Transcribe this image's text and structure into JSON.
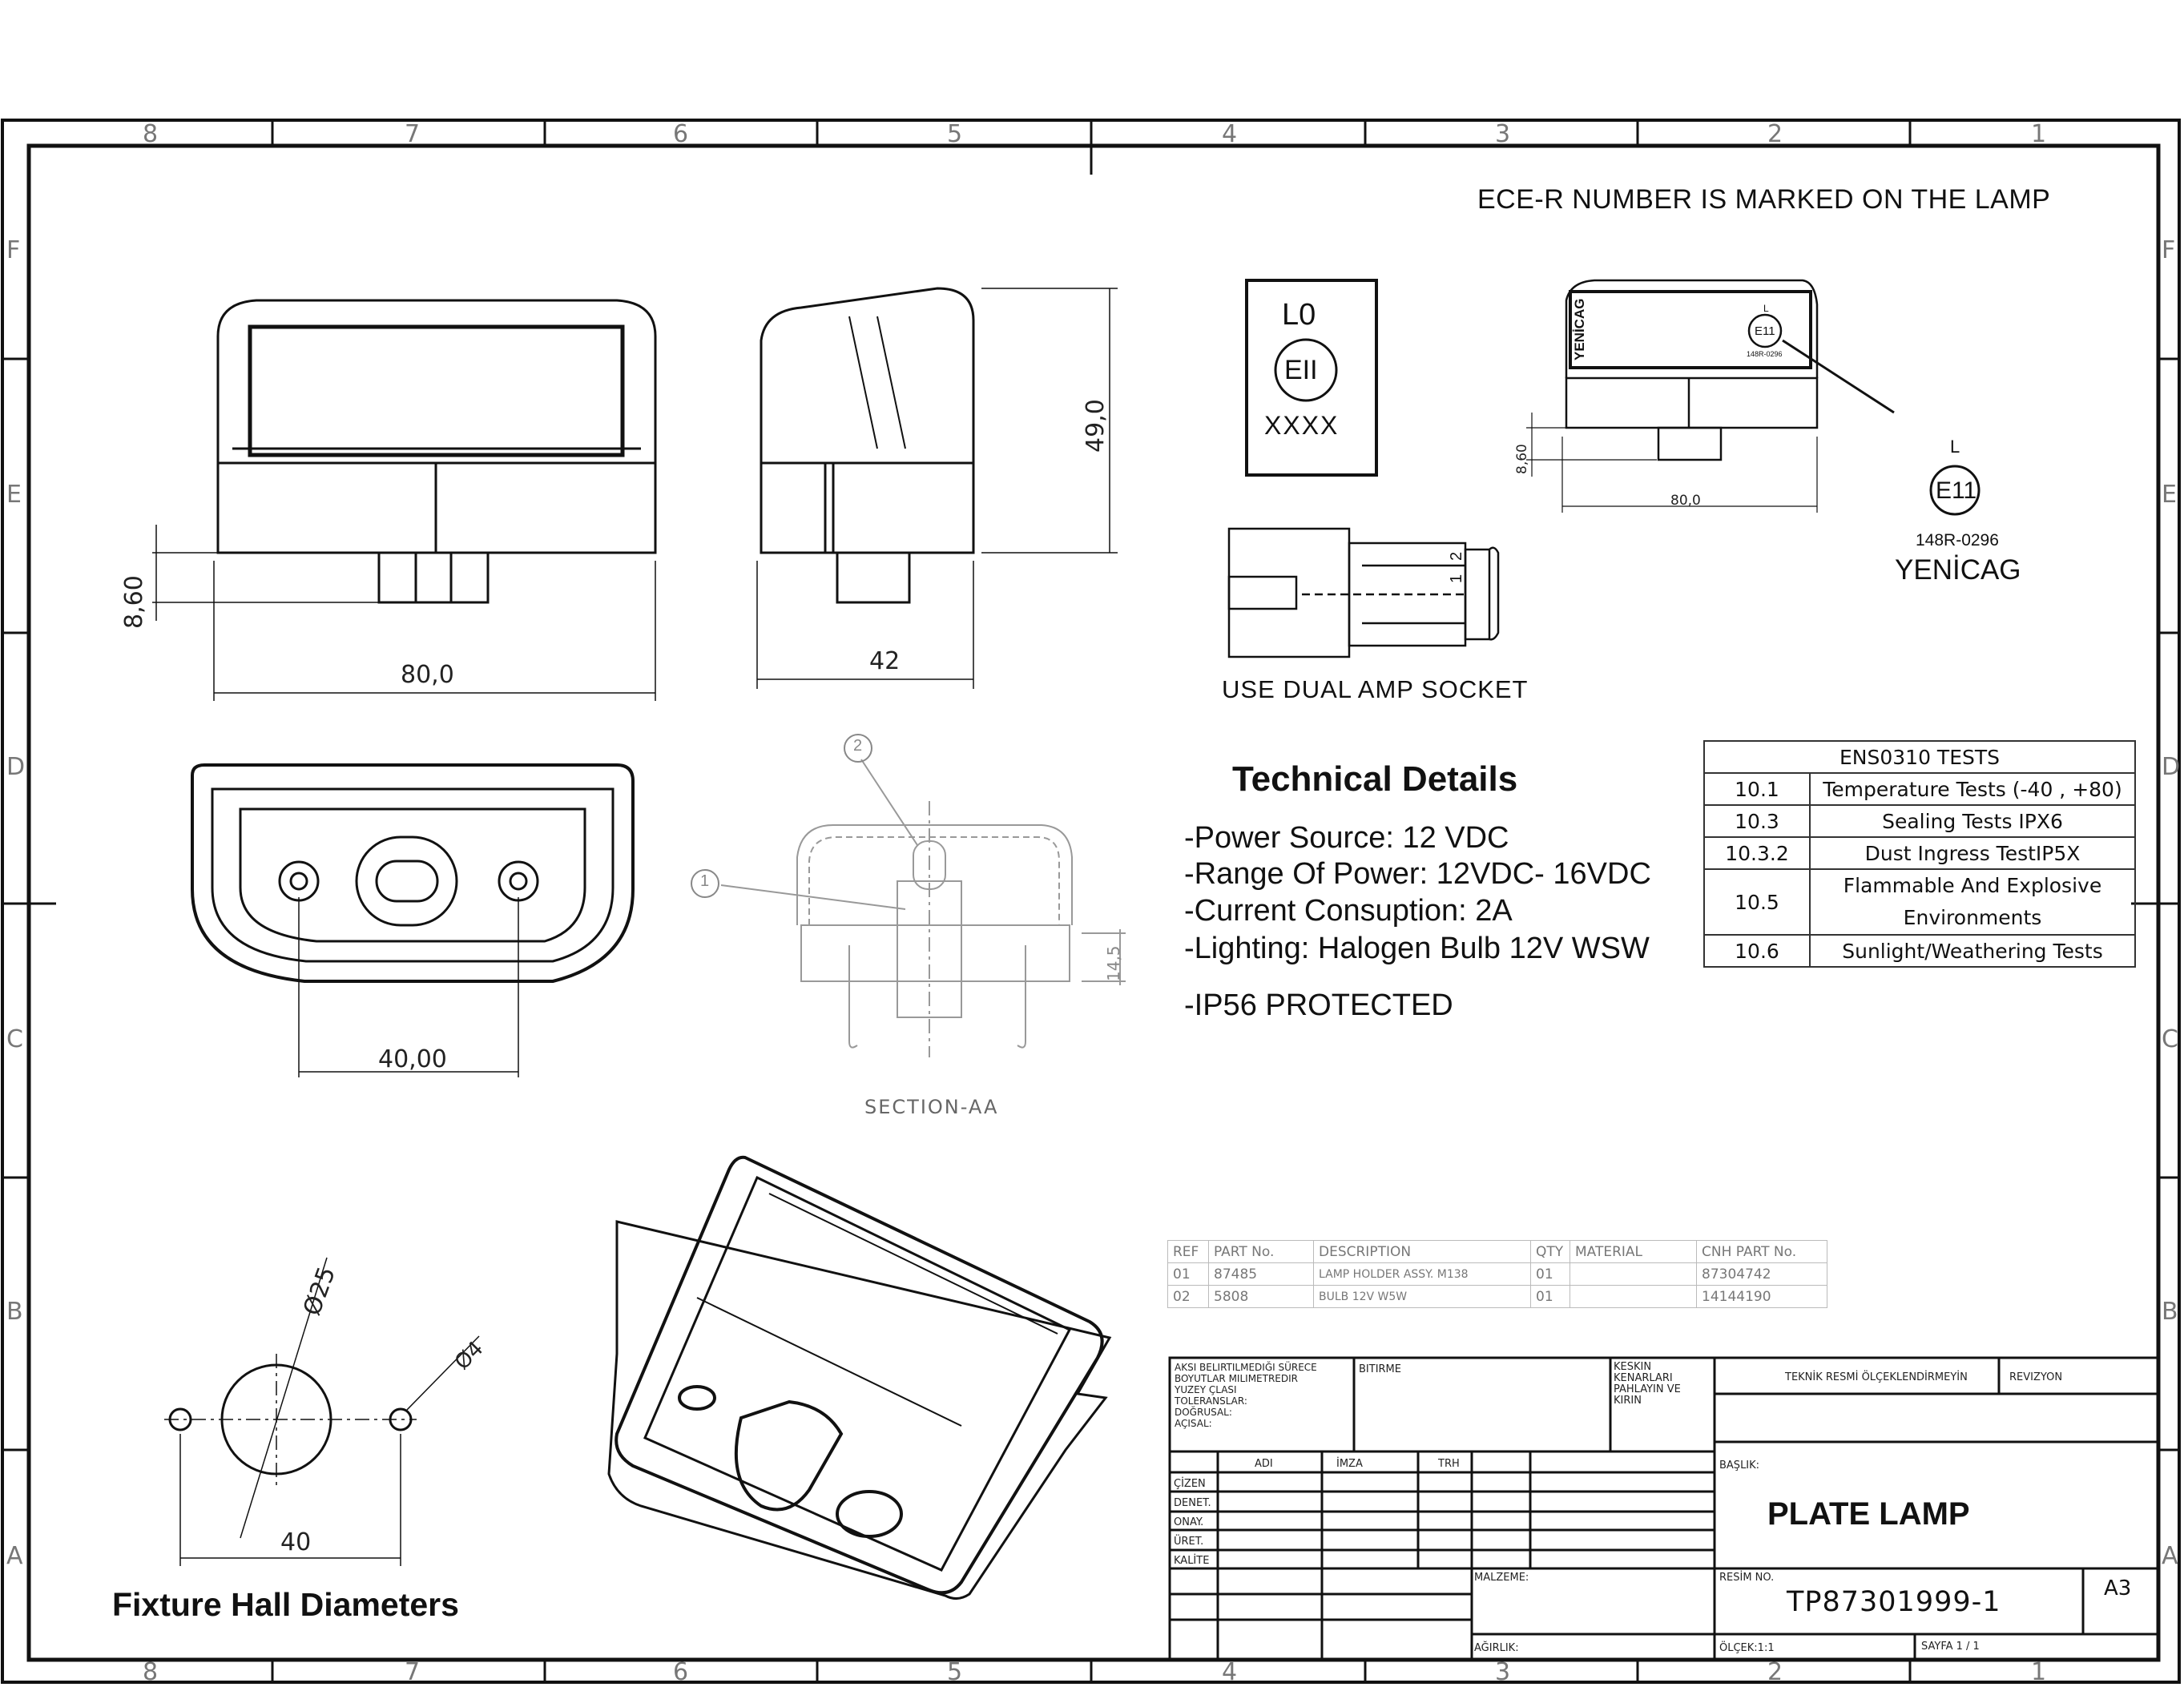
{
  "notes": {
    "ece_marking": "ECE-R NUMBER IS MARKED ON THE LAMP",
    "socket": "USE DUAL  AMP SOCKET",
    "section_label": "SECTION-AA",
    "fixture_label": "Fixture Hall Diameters"
  },
  "technical_details": {
    "title": "Technical Details",
    "lines": [
      "-Power Source:  12 VDC",
      "-Range Of Power:  12VDC- 16VDC",
      "-Current Consuption:  2A",
      "-Lighting:  Halogen Bulb 12V WSW",
      "-IP56 PROTECTED"
    ]
  },
  "approval_mark": {
    "top": "L0",
    "circle": "EII",
    "bottom": "XXXX"
  },
  "brand_mark": {
    "letter": "L",
    "circle": "E11",
    "code": "148R-0296",
    "name": "YENİCAG"
  },
  "lamp_marking": {
    "brand_text": "YENİCAG",
    "letter": "L",
    "circle": "E11",
    "code": "148R-0296"
  },
  "dimensions": {
    "front_width": "80,0",
    "front_offset": "8,60",
    "side_depth": "42",
    "side_height": "49,0",
    "hole_spacing": "40,00",
    "section_dim": "14,5",
    "small_width": "80,0",
    "small_offset": "8,60",
    "fixture_big": "Ø25",
    "fixture_small": "Ø4",
    "fixture_spacing": "40"
  },
  "callouts": [
    "1",
    "2"
  ],
  "socket_pins": [
    "1",
    "2"
  ],
  "zones": {
    "columns": [
      "8",
      "7",
      "6",
      "5",
      "4",
      "3",
      "2",
      "1"
    ],
    "rows": [
      "F",
      "E",
      "D",
      "C",
      "B",
      "A"
    ]
  },
  "tests_table": {
    "title": "ENS0310 TESTS",
    "rows": [
      {
        "ref": "10.1",
        "name": "Temperature Tests (-40 , +80)"
      },
      {
        "ref": "10.3",
        "name": "Sealing Tests IPX6"
      },
      {
        "ref": "10.3.2",
        "name": "Dust Ingress TestIP5X"
      },
      {
        "ref": "10.5",
        "name": "Flammable And Explosive Environments"
      },
      {
        "ref": "10.6",
        "name": "Sunlight/Weathering Tests"
      }
    ]
  },
  "parts_list": {
    "headers": [
      "REF",
      "PART No.",
      "DESCRIPTION",
      "QTY",
      "MATERIAL",
      "CNH PART No."
    ],
    "rows": [
      [
        "01",
        "87485",
        "LAMP HOLDER ASSY. M138",
        "01",
        "",
        "87304742"
      ],
      [
        "02",
        "5808",
        "BULB 12V W5W",
        "01",
        "",
        "14144190"
      ]
    ]
  },
  "title_block": {
    "title": "PLATE LAMP",
    "drawing_no": "TP87301999-1",
    "sheet_size": "A3",
    "tolerance_note": [
      "AKSI BELIRTILMEDIĞI SÜRECE",
      "BOYUTLAR MILIMETREDIR",
      "YUZEY ÇLASI",
      "TOLERANSLAR:",
      " DOĞRUSAL:",
      " AÇISAL:"
    ],
    "labels": {
      "treatment": "BITIRME",
      "edges": "KESKIN KENARLARI PAHLAYIN VE KIRIN",
      "scale_note": "TEKNİK RESMİ ÖLÇEKLENDİRMEYİN",
      "revision": "REVIZYON",
      "name_col": "ADI",
      "sign_col": "İMZA",
      "date_col": "TRH",
      "title_label": "BAŞLIK:",
      "material": "MALZEME:",
      "drawing_label": "RESİM NO.",
      "weight": "AĞIRLIK:",
      "scale": "ÖLÇEK:1:1",
      "sheet": "SAYFA 1 / 1"
    },
    "row_labels": [
      "ÇİZEN",
      "DENET.",
      "ONAY.",
      "ÜRET.",
      "KALİTE"
    ]
  }
}
